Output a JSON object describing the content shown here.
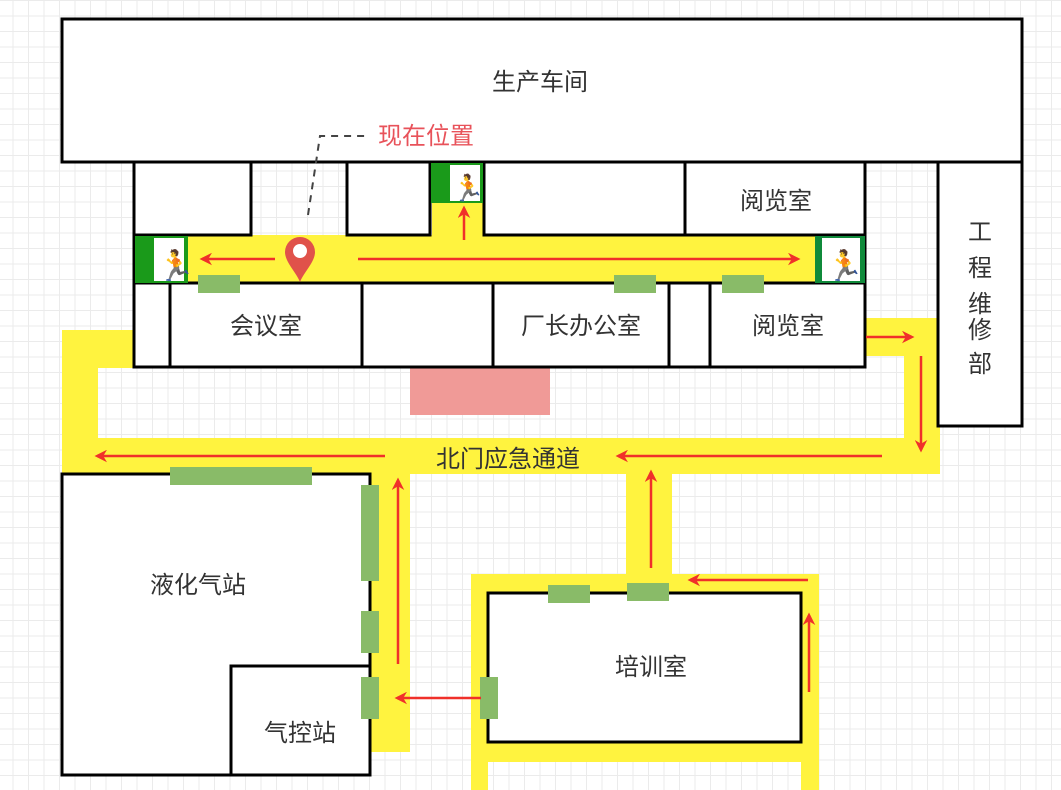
{
  "title": "北门应急通道",
  "current_location_label": "现在位置",
  "rooms": {
    "production": "生产车间",
    "reading_top": "阅览室",
    "meeting": "会议室",
    "director": "厂长办公室",
    "reading_bottom": "阅览室",
    "engineering": [
      "工",
      "程",
      "维",
      "修",
      "部"
    ],
    "lpg_station": "液化气站",
    "gas_control": "气控站",
    "training": "培训室"
  },
  "route_label": "北门应急通道",
  "colors": {
    "route": "#fff33f",
    "arrow": "#f0302a",
    "door": "#89bb68",
    "exit_sign": "#1a9a1a",
    "marker": "#e0524a",
    "highlight_block": "#f09a97",
    "location_label": "#e8525a"
  },
  "icons": {
    "exit_sign": "running-man-exit-icon",
    "location_marker": "map-pin-icon"
  }
}
